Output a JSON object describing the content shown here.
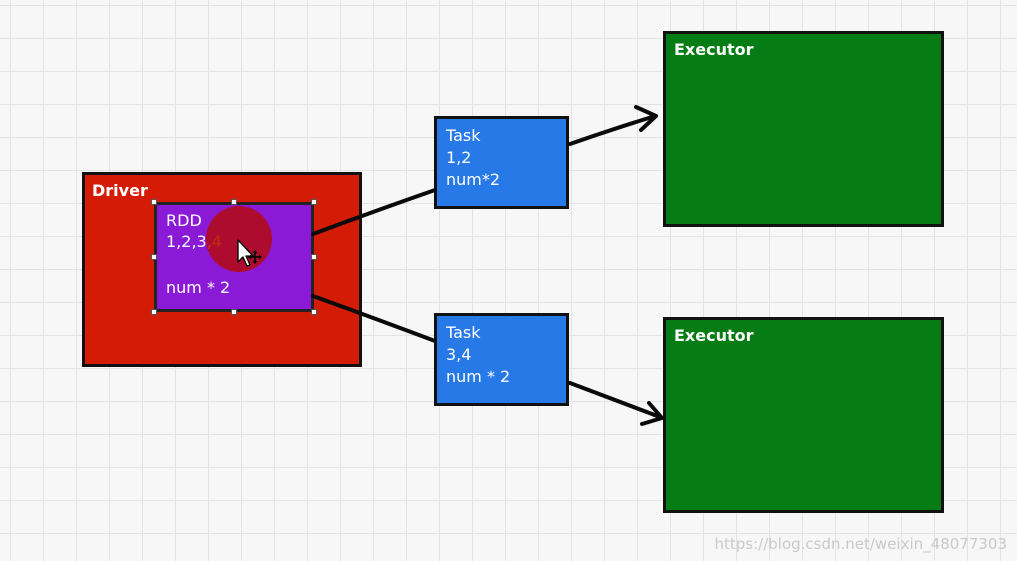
{
  "driver": {
    "title": "Driver",
    "color": "#d41b05"
  },
  "rdd": {
    "title": "RDD",
    "data_prefix": "1,2,3,",
    "data_highlight": "4",
    "operation": "num * 2",
    "color": "#8a1ad6"
  },
  "tasks": [
    {
      "title": "Task",
      "data": "1,2",
      "operation": "num*2"
    },
    {
      "title": "Task",
      "data": "3,4",
      "operation": "num * 2"
    }
  ],
  "executors": [
    {
      "title": "Executor"
    },
    {
      "title": "Executor"
    }
  ],
  "colors": {
    "task": "#2779e8",
    "executor": "#067d14",
    "highlight": "#f5c518"
  },
  "watermark": "https://blog.csdn.net/weixin_48077303"
}
